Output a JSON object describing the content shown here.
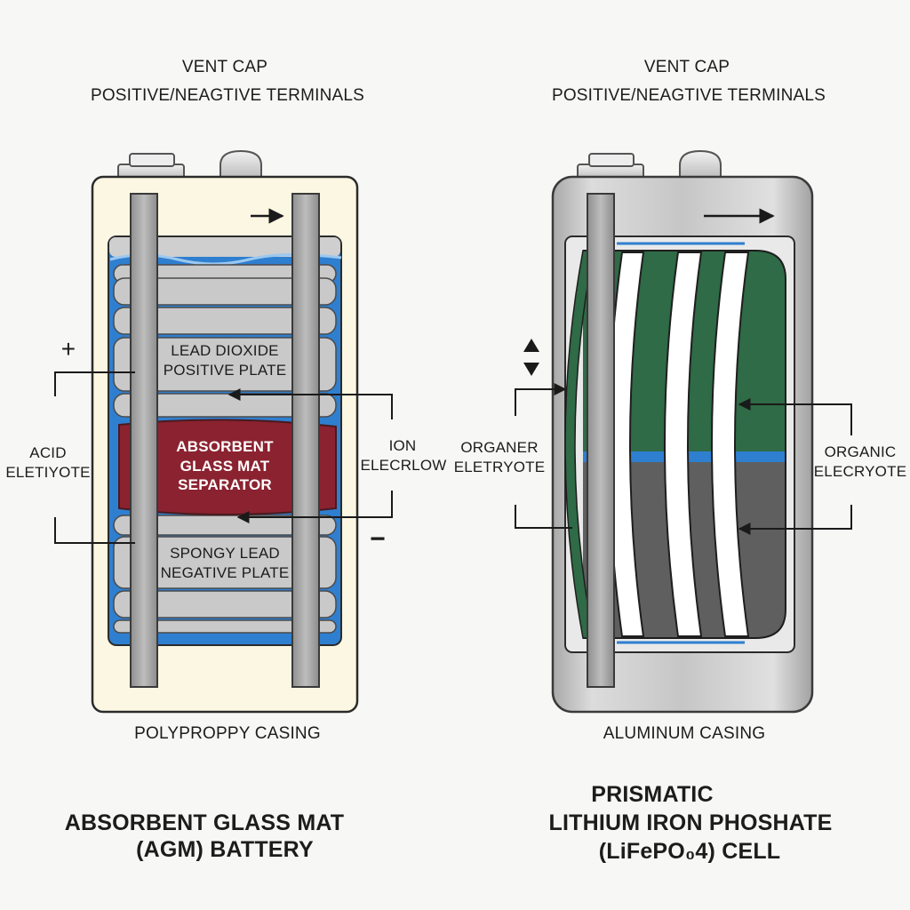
{
  "agm": {
    "vent_cap": "VENT CAP",
    "terminals": "POSITIVE/NEAGTIVE TERMINALS",
    "positive_sign": "+",
    "negative_sign": "−",
    "positive_plate": [
      "LEAD DIOXIDE",
      "POSITIVE PLATE"
    ],
    "separator": [
      "ABSORBENT",
      "GLASS MAT",
      "SEPARATOR"
    ],
    "negative_plate": [
      "SPONGY LEAD",
      "NEGATIVE PLATE"
    ],
    "left_label": [
      "ACID",
      "ELETIYOTE"
    ],
    "right_label": [
      "ION",
      "ELECRLOW"
    ],
    "casing": "POLYPROPPY CASING",
    "title": [
      "ABSORBENT GLASS MAT",
      "(AGM) BATTERY"
    ]
  },
  "lfp": {
    "vent_cap": "VENT CAP",
    "terminals": "POSITIVE/NEAGTIVE TERMINALS",
    "left_label": [
      "ORGANER",
      "ELETRYOTE"
    ],
    "right_label": [
      "ORGANIC",
      "ELECRYOTE"
    ],
    "casing": "ALUMINUM CASING",
    "title": [
      "PRISMATIC",
      "LITHIUM IRON PHOSHATE",
      "(LiFePO₀4) CELL"
    ]
  },
  "colors": {
    "background": "#f7f7f5",
    "agm_casing": "#fbf7e2",
    "electrolyte_blue": "#2f7fd0",
    "plate_gray": "#c9c9c9",
    "separator_red": "#8b2230",
    "lfp_green": "#2e6b46",
    "lfp_dark_gray": "#5f5f5f",
    "aluminum": "#c4c4c4"
  }
}
